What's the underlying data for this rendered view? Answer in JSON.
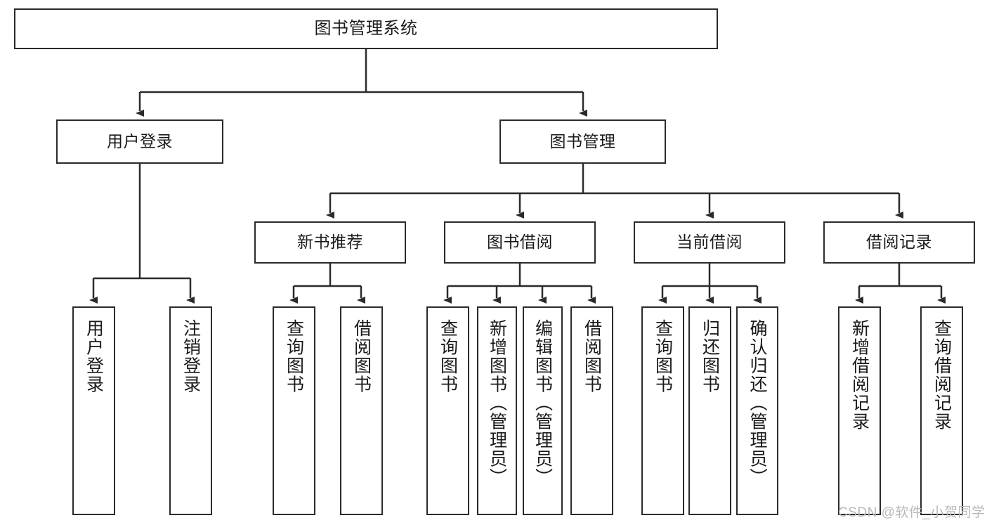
{
  "diagram": {
    "title": "图书管理系统",
    "type": "tree-hierarchy-diagram",
    "colors": {
      "box_border": "#2b2b2b",
      "box_fill": "#ffffff",
      "edge": "#2b2b2b",
      "text": "#1a1a1a",
      "watermark": "#b9b9b9",
      "background": "#ffffff"
    },
    "root": {
      "label": "图书管理系统"
    },
    "level2": [
      {
        "label": "用户登录"
      },
      {
        "label": "图书管理"
      }
    ],
    "level3": [
      {
        "label": "新书推荐"
      },
      {
        "label": "图书借阅"
      },
      {
        "label": "当前借阅"
      },
      {
        "label": "借阅记录"
      }
    ],
    "leaves": {
      "user_login": [
        {
          "label": "用户登录"
        },
        {
          "label": "注销登录"
        }
      ],
      "new_book_recommend": [
        {
          "label": "查询图书"
        },
        {
          "label": "借阅图书"
        }
      ],
      "book_borrow": [
        {
          "label": "查询图书"
        },
        {
          "label": "新增图书（管理员）"
        },
        {
          "label": "编辑图书（管理员）"
        },
        {
          "label": "借阅图书"
        }
      ],
      "current_borrow": [
        {
          "label": "查询图书"
        },
        {
          "label": "归还图书"
        },
        {
          "label": "确认归还（管理员）"
        }
      ],
      "borrow_record": [
        {
          "label": "新增借阅记录"
        },
        {
          "label": "查询借阅记录"
        }
      ]
    },
    "watermark": "CSDN @软件_小贺同学"
  }
}
